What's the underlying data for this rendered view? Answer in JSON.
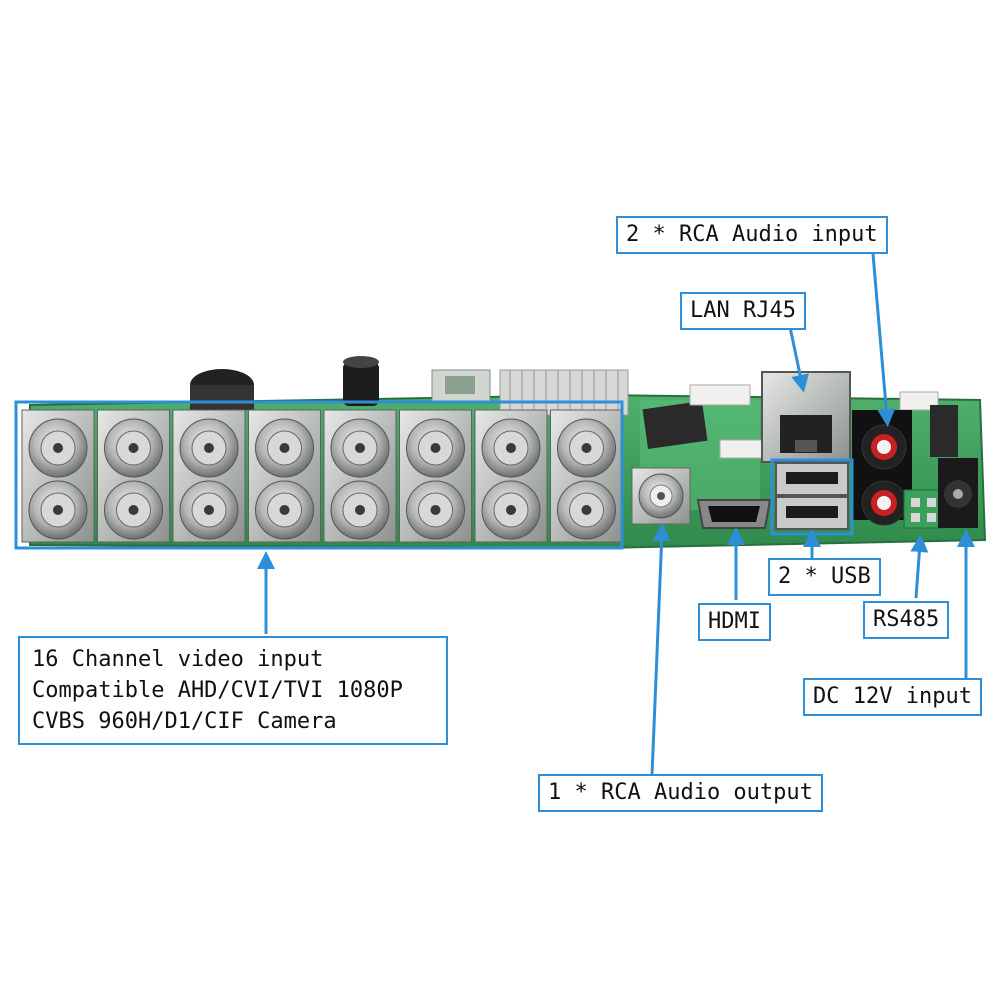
{
  "labels": {
    "video": {
      "lines": [
        "16 Channel video input",
        "Compatible AHD/CVI/TVI 1080P",
        "CVBS 960H/D1/CIF Camera"
      ]
    },
    "rca_audio_input": "2 * RCA Audio input",
    "lan": "LAN RJ45",
    "usb": "2 * USB",
    "hdmi": "HDMI",
    "rs485": "RS485",
    "dc": "DC 12V input",
    "rca_audio_output": "1 * RCA Audio output"
  },
  "colors": {
    "accent": "#2f8fd6",
    "pcb": "#3b9c5a",
    "metal": "#c9ccc9",
    "terminal": "#3aa05a"
  },
  "bnc_count": 16
}
